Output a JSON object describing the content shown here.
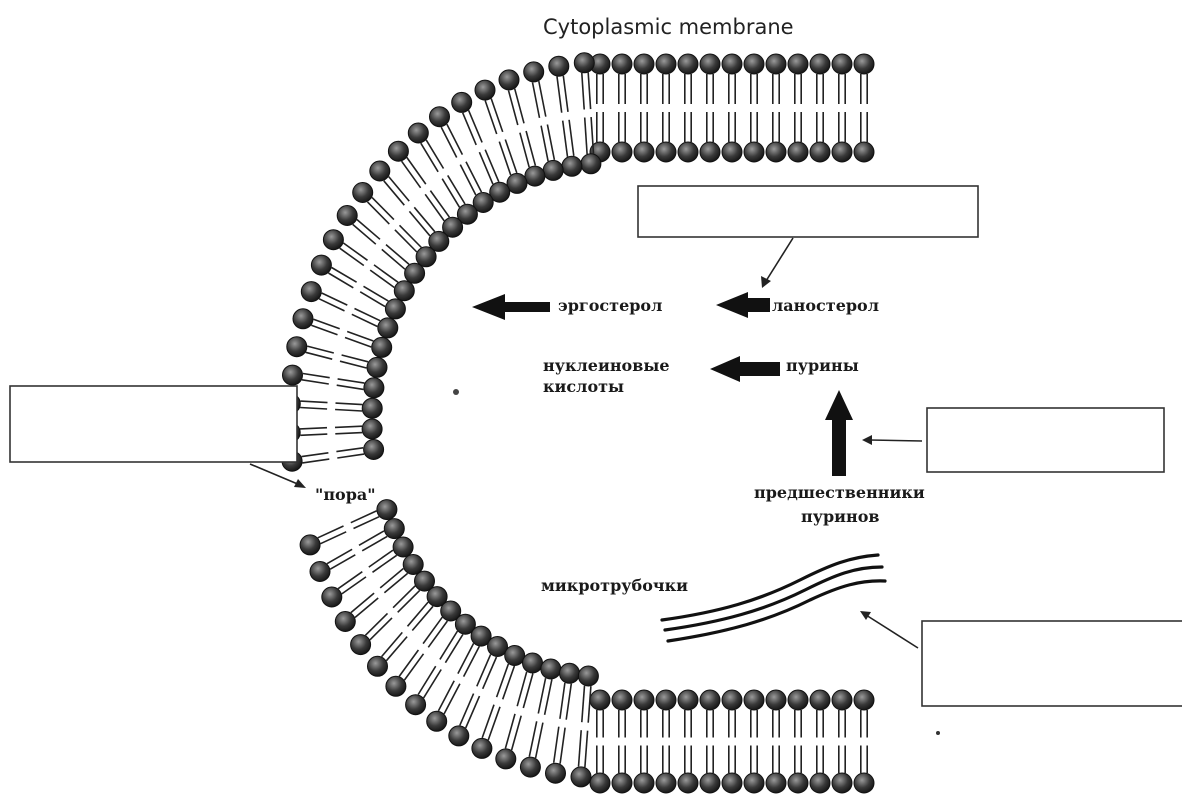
{
  "diagram": {
    "title": "Cytoplasmic membrane",
    "labels": {
      "ergosterol": "эргостерол",
      "lanosterol": "ланостерол",
      "nucleic_line1": "нуклеиновые",
      "nucleic_line2": "кислоты",
      "purines": "пурины",
      "precursors_line1": "предшественники",
      "precursors_line2": "пуринов",
      "pore": "\"пора\"",
      "microtubules": "микротрубочки"
    },
    "answer_boxes": [
      "",
      "",
      "",
      ""
    ]
  },
  "colors": {
    "ink": "#1a1a1a",
    "box_border": "#333333",
    "background": "#ffffff"
  }
}
